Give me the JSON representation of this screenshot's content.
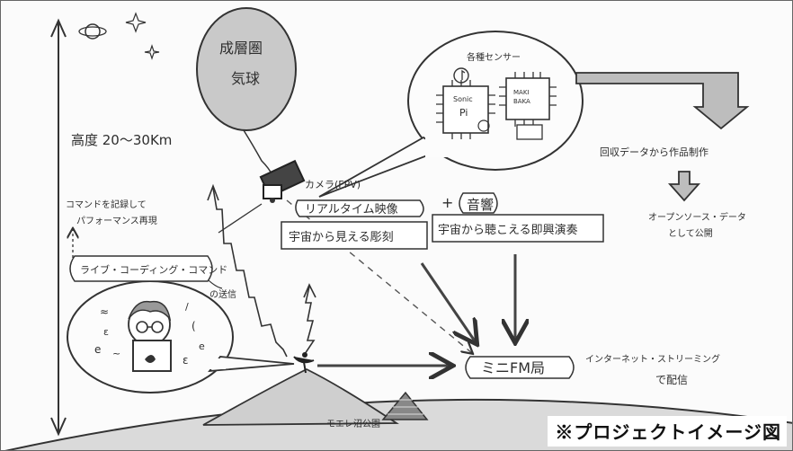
{
  "balloon": {
    "line1": "成層圏",
    "line2": "気球"
  },
  "altitude": "高度 20～30Km",
  "sensors": {
    "title": "各種センサー",
    "board1_line1": "Sonic",
    "board1_line2": "Pi",
    "board2_line1": "MAKI",
    "board2_line2": "BAKA"
  },
  "collect": "回収データから作品制作",
  "opensource": {
    "line1": "オープンソース・データ",
    "line2": "として公開"
  },
  "camera": "カメラ(FPV)",
  "realtime": "リアルタイム映像",
  "plus": "+",
  "sound": "音響",
  "sculpture": "宇宙から見える彫刻",
  "improv": "宇宙から聴こえる即興演奏",
  "command_record": {
    "line1": "コマンドを記録して",
    "line2": "パフォーマンス再現"
  },
  "live_coding": "ライブ・コーディング・コマンド",
  "transmit": "の送信",
  "fm": "ミニFM局",
  "streaming": {
    "line1": "インターネット・ストリーミング",
    "line2": "で配信"
  },
  "park": "モエレ沼公園",
  "caption": "※プロジェクトイメージ図"
}
